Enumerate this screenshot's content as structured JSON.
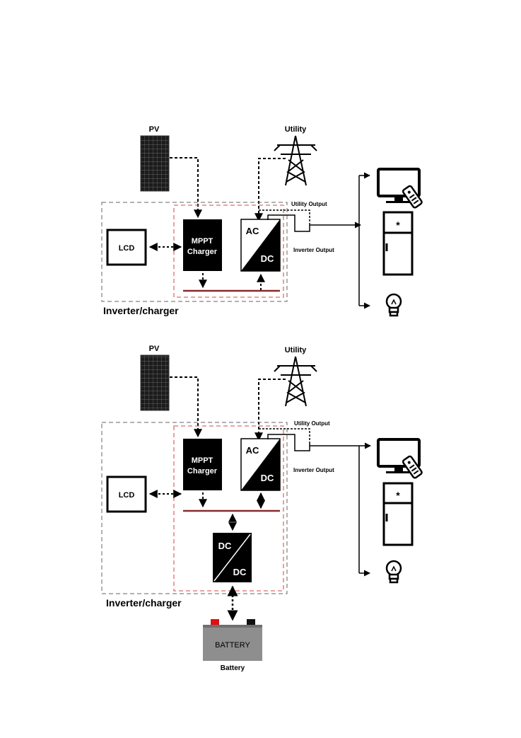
{
  "diagram_top": {
    "pv_label": "PV",
    "utility_label": "Utility",
    "lcd_label": "LCD",
    "mppt_line1": "MPPT",
    "mppt_line2": "Charger",
    "ac_label": "AC",
    "dc_label": "DC",
    "utility_output_label": "Utility Output",
    "inverter_output_label": "Inverter Output",
    "system_label": "Inverter/charger"
  },
  "diagram_bottom": {
    "pv_label": "PV",
    "utility_label": "Utility",
    "lcd_label": "LCD",
    "mppt_line1": "MPPT",
    "mppt_line2": "Charger",
    "ac_label": "AC",
    "dc_label": "DC",
    "dcdc_top_label": "DC",
    "dcdc_bottom_label": "DC",
    "utility_output_label": "Utility Output",
    "inverter_output_label": "Inverter Output",
    "system_label": "Inverter/charger",
    "battery_face_label": "BATTERY",
    "battery_caption": "Battery"
  },
  "colors": {
    "red_dashed_frame": "#e06a6a",
    "gray_dashed_frame": "#666666",
    "dc_bus": "#8a2a2a",
    "battery_body": "#8e8e8e",
    "battery_positive": "#e01010",
    "battery_negative": "#111111"
  },
  "icons": [
    "solar-panel-icon",
    "transmission-tower-icon",
    "tv-icon",
    "remote-icon",
    "refrigerator-icon",
    "light-bulb-icon",
    "battery-icon"
  ]
}
